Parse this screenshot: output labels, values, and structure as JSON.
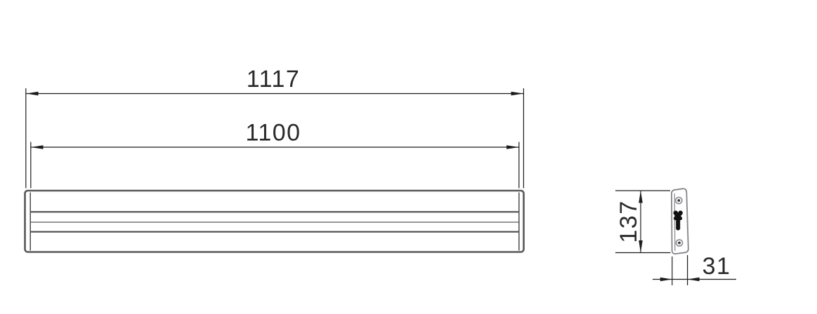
{
  "drawing": {
    "type": "technical-dimension-drawing",
    "views": {
      "front_view": "long extruded rail profile, front elevation",
      "side_view": "end cap / side profile with keyhole mount slot and two screw holes"
    },
    "dimensions": {
      "overall_length_label": "1117",
      "inner_length_label": "1100",
      "height_label": "137",
      "depth_label": "31"
    },
    "colors": {
      "background": "#ffffff",
      "dimension_line": "#1c1c1c",
      "dimension_text": "#2a2a2a",
      "body_border": "#58585a",
      "body_groove_dark": "#4b4b4d",
      "body_groove_light": "#98989a",
      "side_profile_outline": "#85858a",
      "keyhole_slot": "#101010"
    }
  }
}
